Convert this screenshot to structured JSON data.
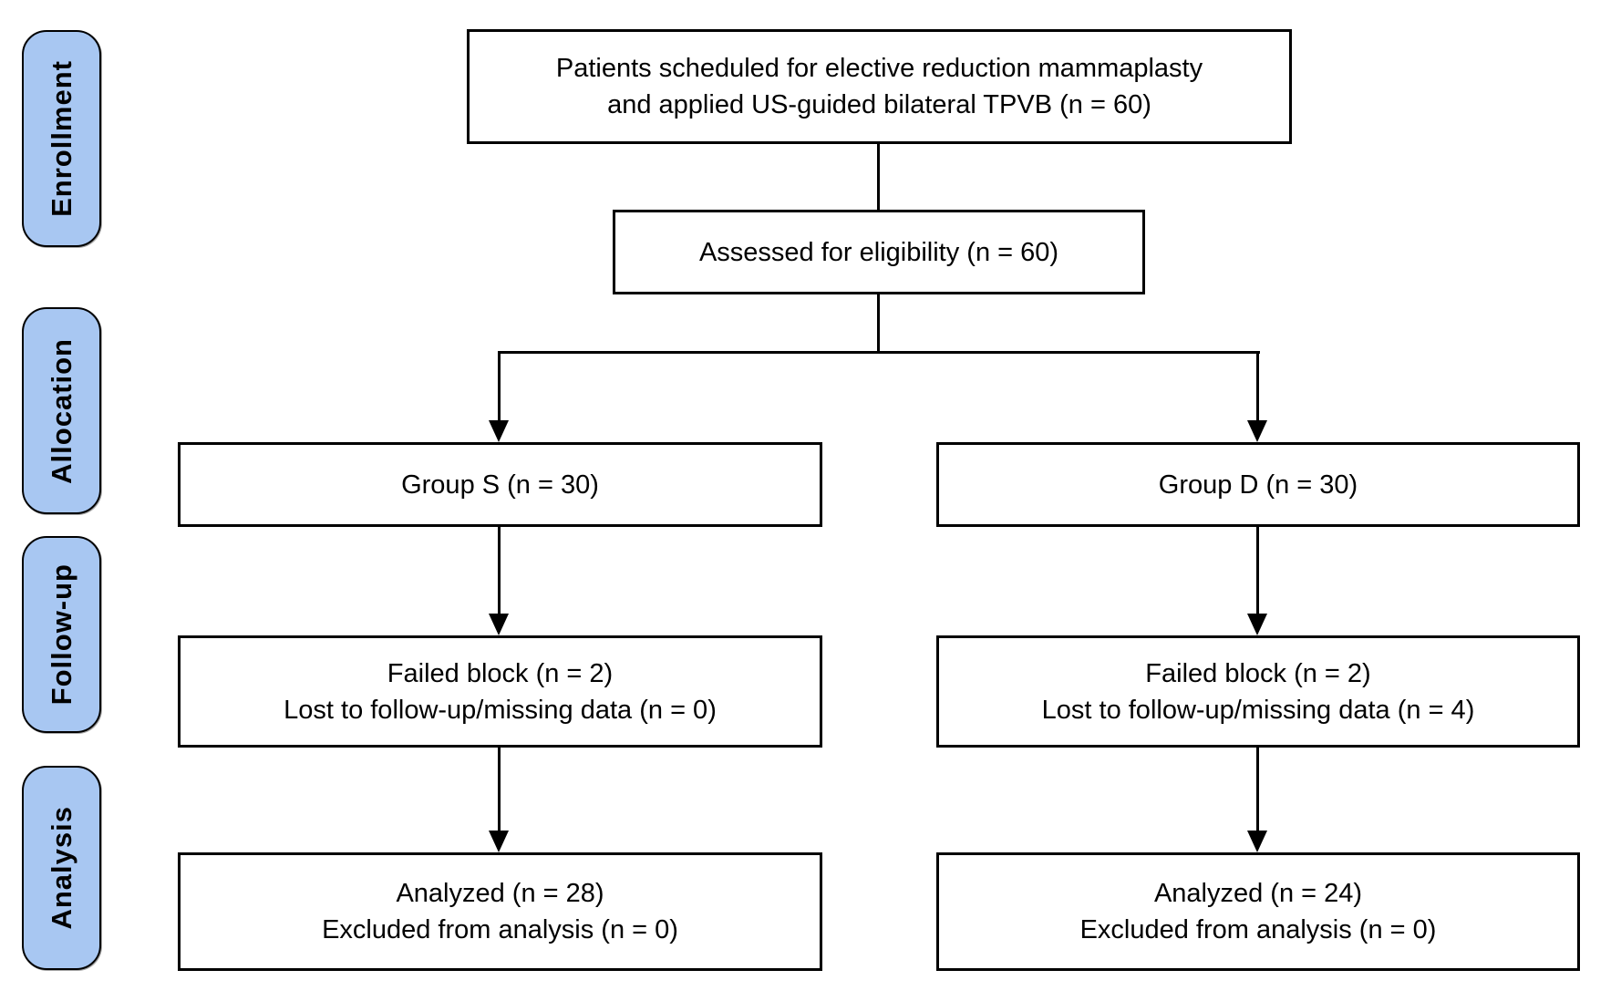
{
  "figure": {
    "type": "consort-flow-diagram",
    "stages": [
      {
        "label": "Enrollment"
      },
      {
        "label": "Allocation"
      },
      {
        "label": "Follow-up"
      },
      {
        "label": "Analysis"
      }
    ],
    "boxes": {
      "enrollment_top": {
        "lines": [
          "Patients scheduled for elective reduction mammaplasty",
          "and applied US-guided bilateral TPVB (n = 60)"
        ]
      },
      "assessed": {
        "lines": [
          "Assessed for eligibility (n = 60)"
        ]
      },
      "group_s": {
        "lines": [
          "Group S (n = 30)"
        ]
      },
      "group_d": {
        "lines": [
          "Group D (n = 30)"
        ]
      },
      "followup_s": {
        "lines": [
          "Failed block (n = 2)",
          "Lost to follow-up/missing data (n = 0)"
        ]
      },
      "followup_d": {
        "lines": [
          "Failed block (n = 2)",
          "Lost to follow-up/missing data (n = 4)"
        ]
      },
      "analysis_s": {
        "lines": [
          "Analyzed (n = 28)",
          "Excluded from analysis (n = 0)"
        ]
      },
      "analysis_d": {
        "lines": [
          "Analyzed (n = 24)",
          "Excluded from analysis (n = 0)"
        ]
      }
    },
    "counts": {
      "scheduled": 60,
      "assessed": 60,
      "group_s_allocated": 30,
      "group_d_allocated": 30,
      "group_s_failed_block": 2,
      "group_s_lost_followup": 0,
      "group_d_failed_block": 2,
      "group_d_lost_followup": 4,
      "group_s_analyzed": 28,
      "group_s_excluded": 0,
      "group_d_analyzed": 24,
      "group_d_excluded": 0
    },
    "colors": {
      "stage_fill": "#A8C7F2",
      "stage_border": "#000000",
      "box_fill": "#FFFFFF",
      "box_border": "#000000",
      "text": "#000000",
      "background": "#FFFFFF"
    }
  }
}
